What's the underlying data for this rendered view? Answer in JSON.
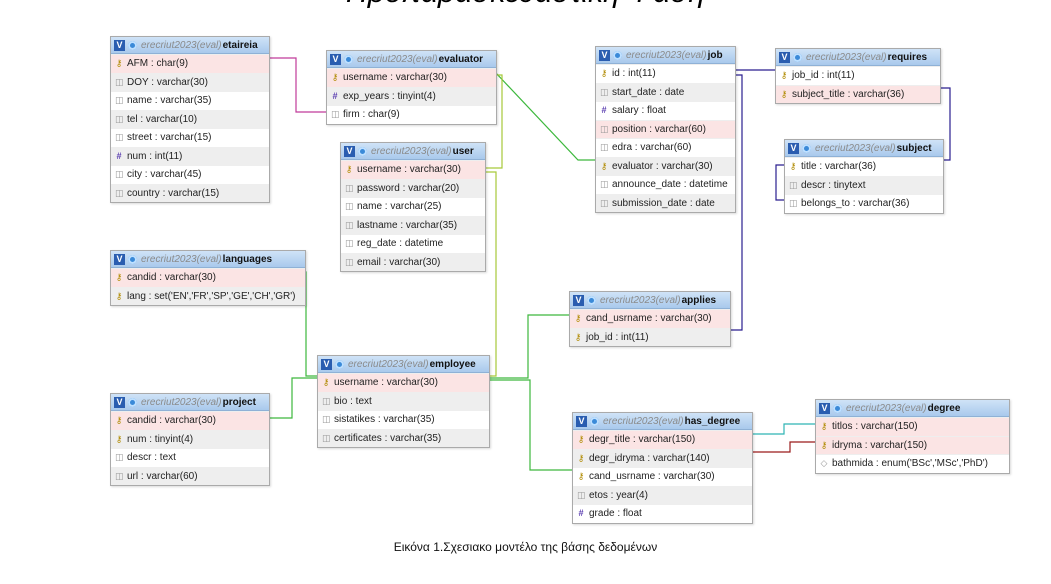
{
  "page_title": "Προπαρασκευαστική Φάση",
  "caption": "Εικόνα 1.Σχεσιακο μοντέλο της βάσης δεδομένων",
  "db_label": "erecriut2023(eval)",
  "tables": {
    "etaireia": {
      "name": "etaireia",
      "columns": [
        "AFM : char(9)",
        "DOY : varchar(30)",
        "name : varchar(35)",
        "tel : varchar(10)",
        "street : varchar(15)",
        "num : int(11)",
        "city : varchar(45)",
        "country : varchar(15)"
      ]
    },
    "evaluator": {
      "name": "evaluator",
      "columns": [
        "username : varchar(30)",
        "exp_years : tinyint(4)",
        "firm : char(9)"
      ]
    },
    "job": {
      "name": "job",
      "columns": [
        "id : int(11)",
        "start_date : date",
        "salary : float",
        "position : varchar(60)",
        "edra : varchar(60)",
        "evaluator : varchar(30)",
        "announce_date : datetime",
        "submission_date : date"
      ]
    },
    "requires": {
      "name": "requires",
      "columns": [
        "job_id : int(11)",
        "subject_title : varchar(36)"
      ]
    },
    "subject": {
      "name": "subject",
      "columns": [
        "title : varchar(36)",
        "descr : tinytext",
        "belongs_to : varchar(36)"
      ]
    },
    "user": {
      "name": "user",
      "columns": [
        "username : varchar(30)",
        "password : varchar(20)",
        "name : varchar(25)",
        "lastname : varchar(35)",
        "reg_date : datetime",
        "email : varchar(30)"
      ]
    },
    "languages": {
      "name": "languages",
      "columns": [
        "candid : varchar(30)",
        "lang : set('EN','FR','SP','GE','CH','GR')"
      ]
    },
    "applies": {
      "name": "applies",
      "columns": [
        "cand_usrname : varchar(30)",
        "job_id : int(11)"
      ]
    },
    "employee": {
      "name": "employee",
      "columns": [
        "username : varchar(30)",
        "bio : text",
        "sistatikes : varchar(35)",
        "certificates : varchar(35)"
      ]
    },
    "project": {
      "name": "project",
      "columns": [
        "candid : varchar(30)",
        "num : tinyint(4)",
        "descr : text",
        "url : varchar(60)"
      ]
    },
    "has_degree": {
      "name": "has_degree",
      "columns": [
        "degr_title : varchar(150)",
        "degr_idryma : varchar(140)",
        "cand_usrname : varchar(30)",
        "etos : year(4)",
        "grade : float"
      ]
    },
    "degree": {
      "name": "degree",
      "columns": [
        "titlos : varchar(150)",
        "idryma : varchar(150)",
        "bathmida : enum('BSc','MSc','PhD')"
      ]
    }
  },
  "colors": {
    "link_pink": "#c03b9a",
    "link_green": "#3db83d",
    "link_yellowgreen": "#a7c93a",
    "link_navy": "#2a1f8f",
    "link_teal": "#2fb5b5",
    "link_darkred": "#9a1b1b",
    "pk_row": "#fbe4e4",
    "header": "#a9c9ec"
  }
}
